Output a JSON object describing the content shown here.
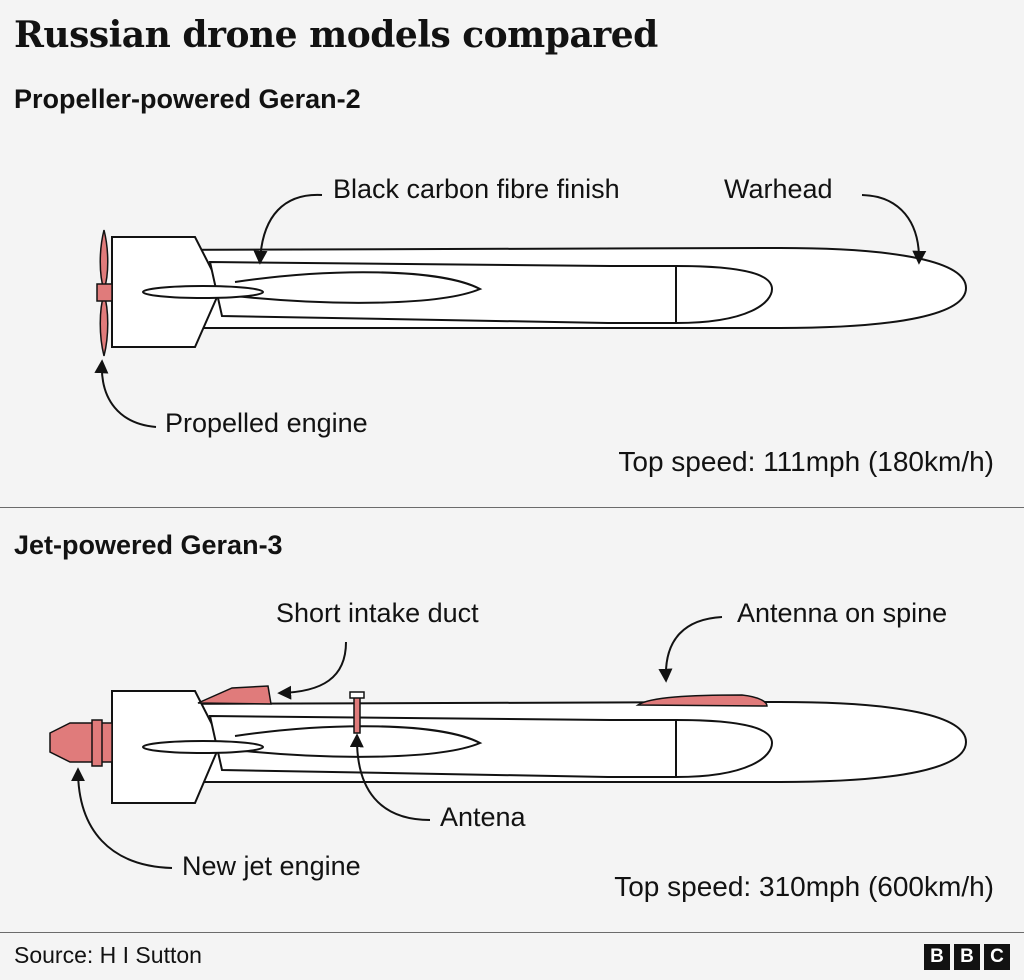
{
  "title": "Russian drone models compared",
  "sections": [
    {
      "heading": "Propeller-powered Geran-2",
      "labels": {
        "finish": "Black carbon fibre finish",
        "warhead": "Warhead",
        "engine": "Propelled engine"
      },
      "speed": "Top speed: 111mph (180km/h)"
    },
    {
      "heading": "Jet-powered Geran-3",
      "labels": {
        "intake": "Short intake duct",
        "antenna_spine": "Antenna on spine",
        "antenna": "Antena",
        "engine": "New jet engine"
      },
      "speed": "Top speed: 310mph (600km/h)"
    }
  ],
  "source": "Source: H I Sutton",
  "logo": [
    "B",
    "B",
    "C"
  ],
  "colors": {
    "highlight": "#e07b7b",
    "outline": "#121212",
    "body": "#ffffff",
    "background": "#f4f4f4"
  }
}
